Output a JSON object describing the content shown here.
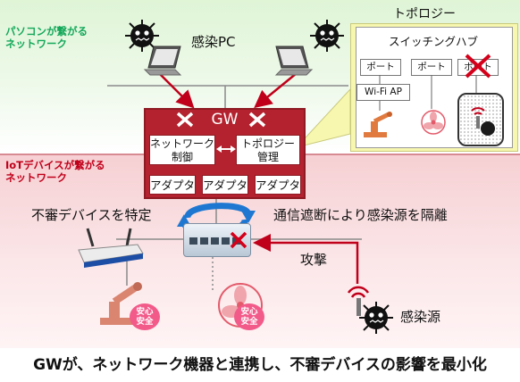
{
  "zones": {
    "pc_network_label": "パソコンが繋がる\nネットワーク",
    "iot_network_label": "IoTデバイスが繋がる\nネットワーク"
  },
  "labels": {
    "infected_pc": "感染PC",
    "topology": "トポロジー",
    "switching_hub": "スイッチングハブ",
    "port": "ポート",
    "wifi_ap": "Wi-Fi AP",
    "gw": "GW",
    "network_control": "ネットワーク\n制御",
    "topology_mgmt": "トポロジー\n管理",
    "adapter": "アダプタ",
    "identify_device": "不審デバイスを特定",
    "isolate": "通信遮断により感染源を隔離",
    "attack": "攻撃",
    "infection_source": "感染源",
    "safe_badge": "安心\n安全"
  },
  "footer": "GWが、ネットワーク機器と連携し、不審デバイスの影響を最小化",
  "icons": [
    "virus-icon",
    "laptop-icon",
    "robot-arm-icon",
    "fan-icon",
    "wifi-router-icon",
    "switch-icon",
    "sensor-icon",
    "cross-icon",
    "cycle-arrow-icon"
  ],
  "colors": {
    "pc_zone": "#dff5d6",
    "iot_zone": "#f6d0d3",
    "gw": "#b3222e",
    "accent_red": "#c0001a",
    "accent_green": "#14a85a",
    "cycle_arrow": "#1e78d2"
  }
}
